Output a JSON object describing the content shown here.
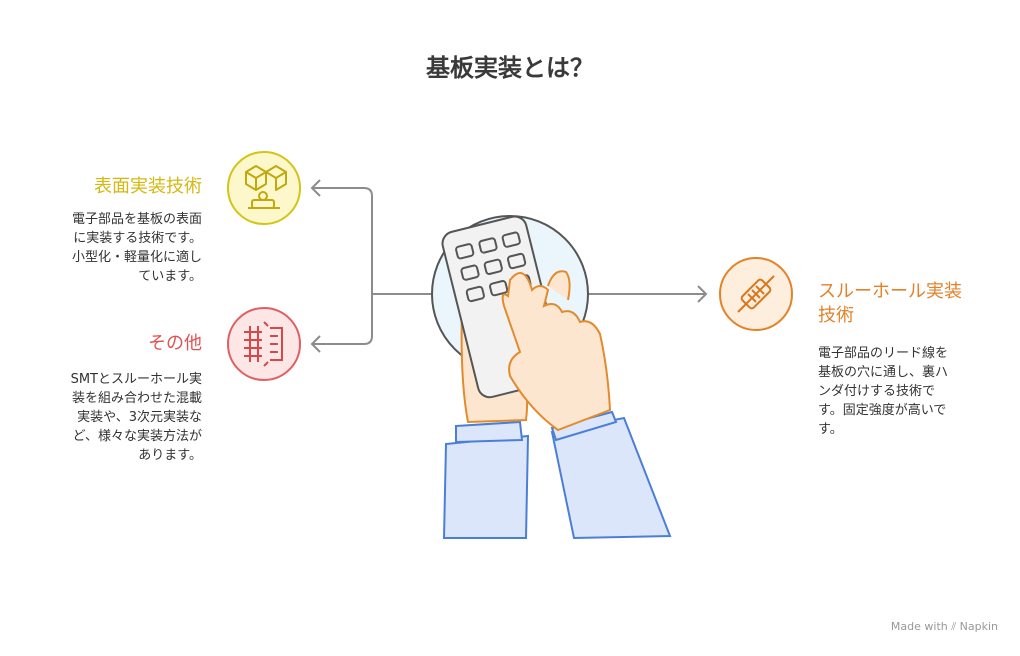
{
  "title": "基板実装とは？",
  "colors": {
    "smt": "#d4b810",
    "other": "#e05252",
    "tht": "#e2832a",
    "arrow": "#8c8c8c"
  },
  "sections": {
    "smt": {
      "title": "表面実装技術",
      "description": "電子部品を基板の表面\nに実装する技術です。\n小型化・軽量化に適し\nています。",
      "icon": "chips-icon"
    },
    "other": {
      "title": "その他",
      "description": "SMTとスルーホール実\n装を組み合わせた混載\n実装や、3次元実装な\nど、様々な実装方法が\nあります。",
      "icon": "mixed-mount-icon"
    },
    "tht": {
      "title": "スルーホール実装\n技術",
      "description": "電子部品のリード線を\n基板の穴に通し、裏ハ\nンダ付けする技術で\nす。固定強度が高いで\nす。",
      "icon": "through-hole-icon"
    }
  },
  "center_icon": "hand-calculator-icon",
  "branding": "Made with ⫽ Napkin"
}
